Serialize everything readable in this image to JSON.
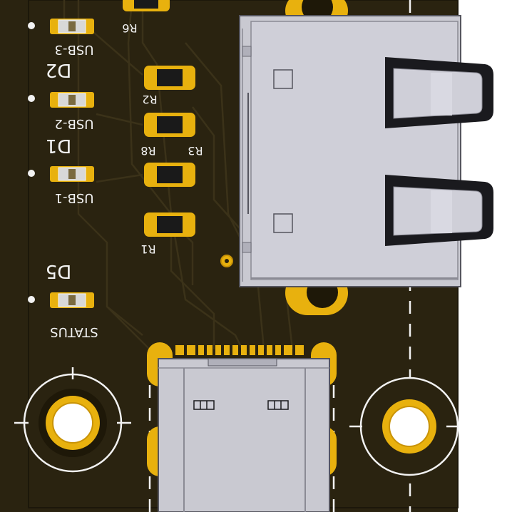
{
  "board": {
    "colors": {
      "substrate": "#2a2310",
      "substrate_edge": "#1c170a",
      "copper": "#e8b10e",
      "copper_dark": "#c99306",
      "silkscreen": "#f2f2f2",
      "trace": "#3b3219",
      "connector_metal": "#c9c9d1",
      "connector_shadow": "#8a8a94",
      "background": "#ffffff"
    },
    "labels": {
      "r6": "R6",
      "usb3": "USB-3",
      "d2": "D2",
      "r2": "R2",
      "usb2": "USB-2",
      "d1": "D1",
      "r8": "R8",
      "r3": "R3",
      "usb1": "USB-1",
      "r1": "R1",
      "d5": "D5",
      "status": "STATUS"
    }
  }
}
